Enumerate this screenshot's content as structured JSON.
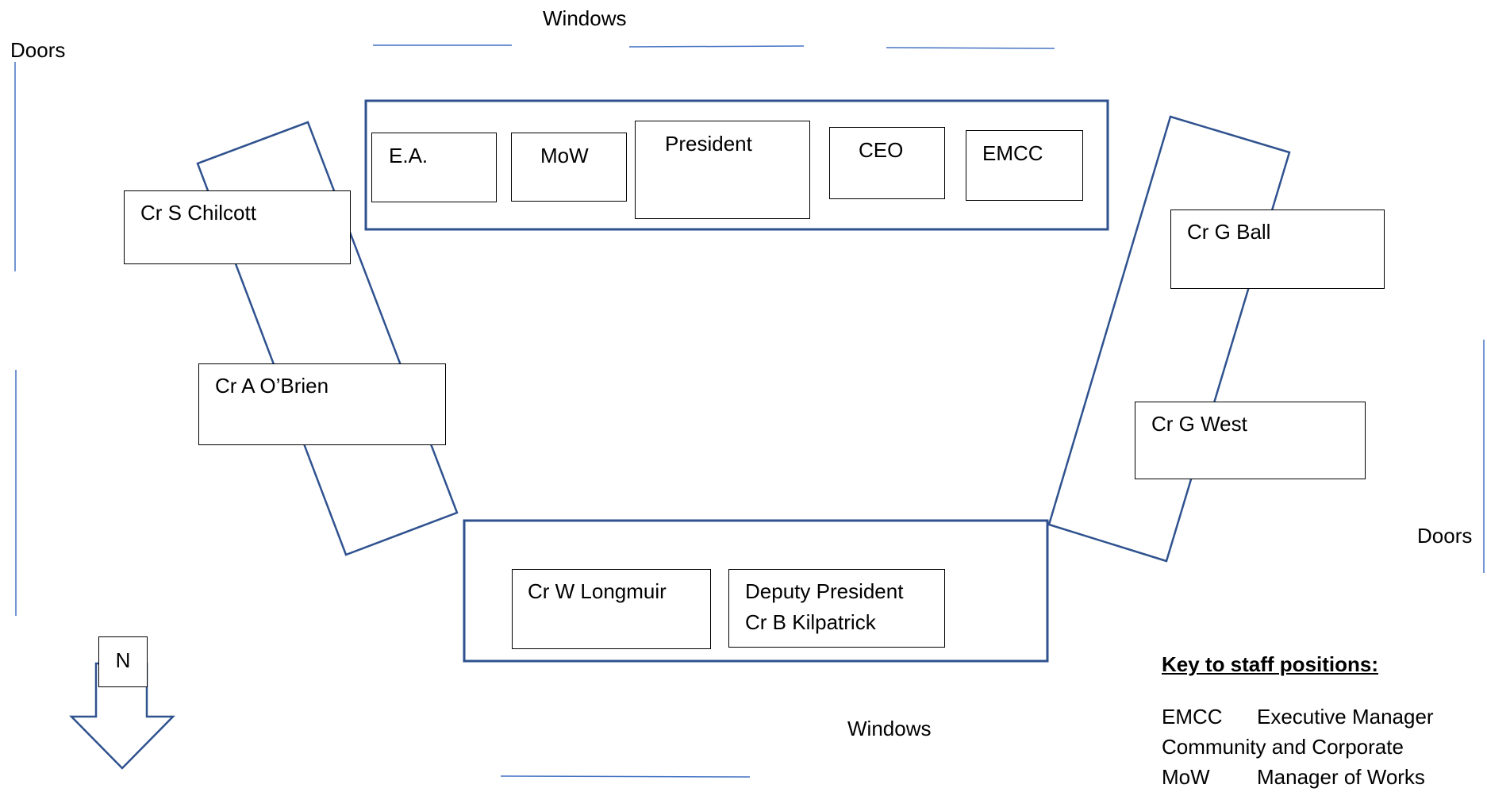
{
  "labels": {
    "windows_top": "Windows",
    "windows_bottom": "Windows",
    "doors_left": "Doors",
    "doors_right": "Doors",
    "north": "N"
  },
  "seats": {
    "ea": "E.A.",
    "mow": "MoW",
    "president": "President",
    "ceo": "CEO",
    "emcc": "EMCC",
    "chilcott": "Cr S Chilcott",
    "obrien": "Cr A O’Brien",
    "ball": "Cr G Ball",
    "west": "Cr G West",
    "longmuir": "Cr W Longmuir",
    "deputy_title": "Deputy President",
    "deputy_name": "Cr B Kilpatrick"
  },
  "key": {
    "title": "Key to staff positions:",
    "rows": [
      {
        "abbr": "EMCC",
        "text": "Executive Manager"
      },
      {
        "abbr": "",
        "text": "Community and Corporate"
      },
      {
        "abbr": "MoW",
        "text": "Manager of Works"
      }
    ]
  },
  "colors": {
    "table_stroke": "#2f528f",
    "marker_line": "#4472c4"
  }
}
